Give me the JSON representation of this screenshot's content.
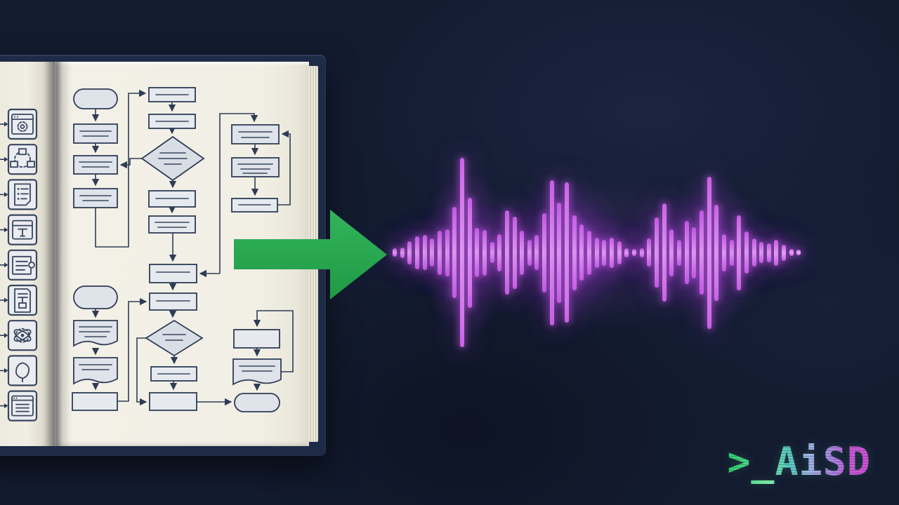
{
  "scene": {
    "description": "Open notebook of hand-drawn flowcharts converting (green arrow) into a glowing magenta audio waveform",
    "background_color": "#131b30"
  },
  "book": {
    "cover_color": "#1e2b47",
    "page_color": "#f2efe5",
    "toolbar_icons": [
      {
        "name": "browser-gear-icon"
      },
      {
        "name": "diagram-nodes-icon"
      },
      {
        "name": "document-list-icon"
      },
      {
        "name": "text-window-icon"
      },
      {
        "name": "document-search-icon"
      },
      {
        "name": "document-flow-icon"
      },
      {
        "name": "atom-icon"
      },
      {
        "name": "shape-diamond-icon"
      },
      {
        "name": "browser-lines-icon"
      }
    ],
    "flowchart": {
      "stroke_color": "#2e3c55",
      "shape_fill": "#dfe3ea",
      "sections": [
        "top-flowchart",
        "bottom-flowchart"
      ]
    }
  },
  "transform_arrow": {
    "color": "#2aa84f",
    "direction": "right"
  },
  "waveform": {
    "bar_color": "#c95fe8",
    "bar_core_color": "#f0aef8",
    "glow_color": "rgba(150,62,205,0.22)",
    "bars": [
      12,
      15,
      33,
      47,
      50,
      40,
      63,
      67,
      130,
      270,
      157,
      70,
      65,
      30,
      53,
      120,
      103,
      63,
      37,
      50,
      113,
      207,
      143,
      200,
      107,
      80,
      63,
      43,
      37,
      43,
      33,
      13,
      10,
      13,
      40,
      100,
      140,
      67,
      37,
      90,
      73,
      120,
      217,
      137,
      53,
      37,
      107,
      60,
      40,
      30,
      27,
      37,
      23,
      10,
      8
    ]
  },
  "logo": {
    "text": ">_AiSD",
    "gradient_colors": [
      "#2fd06d",
      "#49d883",
      "#7ee6a8",
      "#55cabe",
      "#9fb6e6",
      "#a78ae0",
      "#c85ad8",
      "#d24ed4"
    ]
  }
}
